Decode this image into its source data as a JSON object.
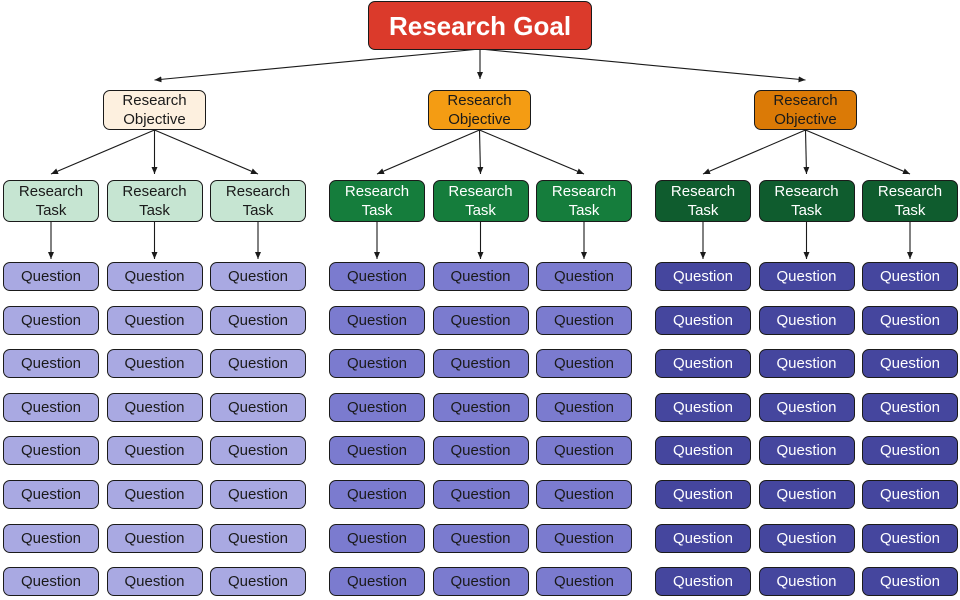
{
  "goal": {
    "label": "Research Goal",
    "color": "#db3a2b",
    "text_color": "#ffffff"
  },
  "objectives": [
    {
      "label": "Research\nObjective",
      "color": "#fdf0df",
      "text_color": "#1a1a1a",
      "tasks": [
        {
          "label": "Research\nTask",
          "color": "#c6e5d2",
          "text_color": "#1a1a1a",
          "questions": [
            "Question",
            "Question",
            "Question",
            "Question",
            "Question",
            "Question",
            "Question",
            "Question"
          ]
        },
        {
          "label": "Research\nTask",
          "color": "#c6e5d2",
          "text_color": "#1a1a1a",
          "questions": [
            "Question",
            "Question",
            "Question",
            "Question",
            "Question",
            "Question",
            "Question",
            "Question"
          ]
        },
        {
          "label": "Research\nTask",
          "color": "#c6e5d2",
          "text_color": "#1a1a1a",
          "questions": [
            "Question",
            "Question",
            "Question",
            "Question",
            "Question",
            "Question",
            "Question",
            "Question"
          ]
        }
      ],
      "question_color": "#a9a9e2",
      "question_text_color": "#1a1a1a"
    },
    {
      "label": "Research\nObjective",
      "color": "#f49c13",
      "text_color": "#1a1a1a",
      "tasks": [
        {
          "label": "Research\nTask",
          "color": "#157d3c",
          "text_color": "#ffffff",
          "questions": [
            "Question",
            "Question",
            "Question",
            "Question",
            "Question",
            "Question",
            "Question",
            "Question"
          ]
        },
        {
          "label": "Research\nTask",
          "color": "#157d3c",
          "text_color": "#ffffff",
          "questions": [
            "Question",
            "Question",
            "Question",
            "Question",
            "Question",
            "Question",
            "Question",
            "Question"
          ]
        },
        {
          "label": "Research\nTask",
          "color": "#157d3c",
          "text_color": "#ffffff",
          "questions": [
            "Question",
            "Question",
            "Question",
            "Question",
            "Question",
            "Question",
            "Question",
            "Question"
          ]
        }
      ],
      "question_color": "#7b7bcf",
      "question_text_color": "#1a1a1a"
    },
    {
      "label": "Research\nObjective",
      "color": "#db7a06",
      "text_color": "#1a1a1a",
      "tasks": [
        {
          "label": "Research\nTask",
          "color": "#0f5c2e",
          "text_color": "#ffffff",
          "questions": [
            "Question",
            "Question",
            "Question",
            "Question",
            "Question",
            "Question",
            "Question",
            "Question"
          ]
        },
        {
          "label": "Research\nTask",
          "color": "#0f5c2e",
          "text_color": "#ffffff",
          "questions": [
            "Question",
            "Question",
            "Question",
            "Question",
            "Question",
            "Question",
            "Question",
            "Question"
          ]
        },
        {
          "label": "Research\nTask",
          "color": "#0f5c2e",
          "text_color": "#ffffff",
          "questions": [
            "Question",
            "Question",
            "Question",
            "Question",
            "Question",
            "Question",
            "Question",
            "Question"
          ]
        }
      ],
      "question_color": "#45469e",
      "question_text_color": "#ffffff"
    }
  ],
  "edge_color": "#1a1a1a"
}
